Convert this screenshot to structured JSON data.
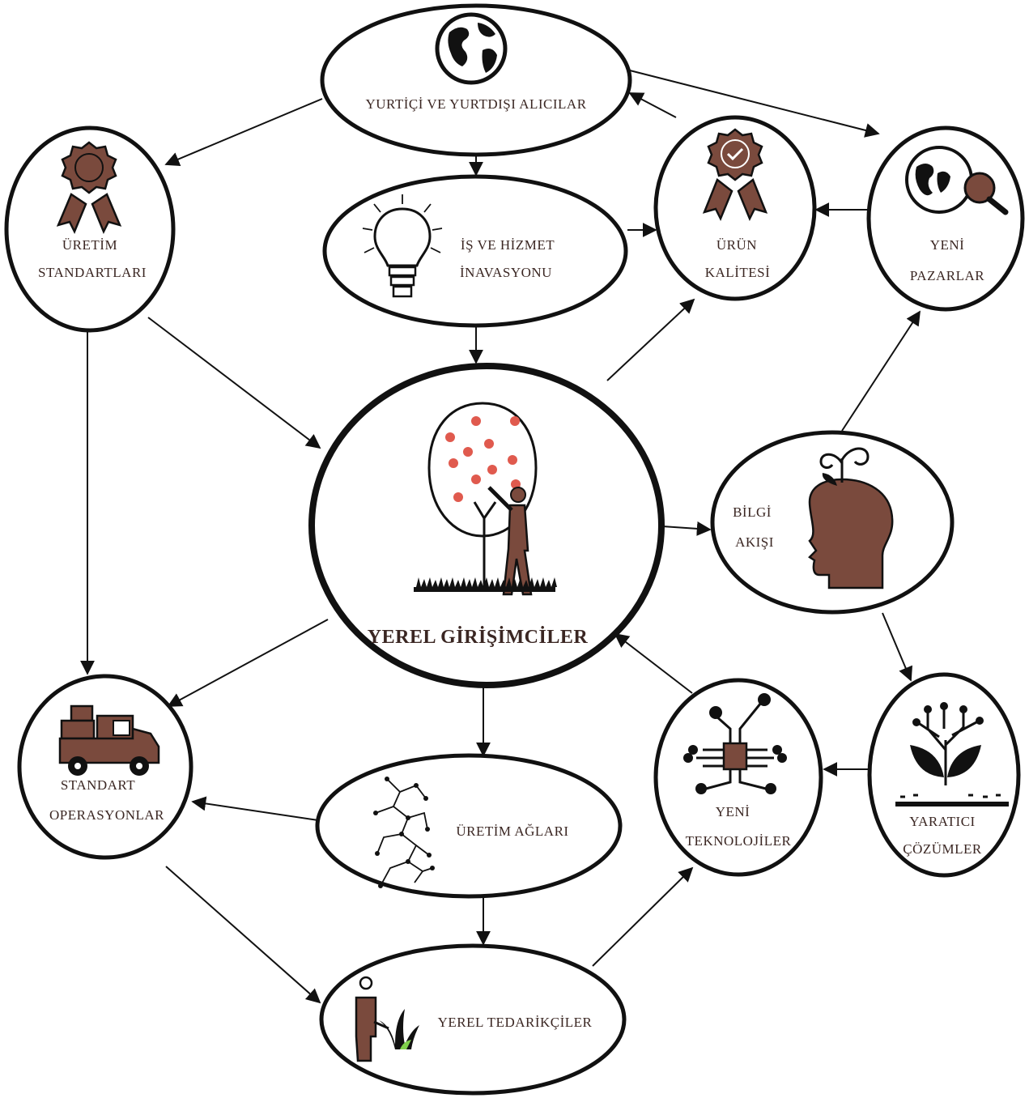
{
  "nodes": {
    "buyers": {
      "label": "YURTİÇİ VE YURTDIŞI ALICILAR"
    },
    "standards": {
      "line1": "ÜRETİM",
      "line2": "STANDARTLARI"
    },
    "innovation": {
      "line1": "İŞ VE HİZMET",
      "line2": "İNAVASYONU"
    },
    "quality": {
      "line1": "ÜRÜN",
      "line2": "KALİTESİ"
    },
    "markets": {
      "line1": "YENİ",
      "line2": "PAZARLAR"
    },
    "center": {
      "label": "YEREL GİRİŞİMCİLER"
    },
    "knowledge": {
      "line1": "BİLGİ",
      "line2": "AKIŞI"
    },
    "operations": {
      "line1": "STANDART",
      "line2": "OPERASYONLAR"
    },
    "networks": {
      "label": "ÜRETİM AĞLARI"
    },
    "technology": {
      "line1": "YENİ",
      "line2": "TEKNOLOJİLER"
    },
    "creative": {
      "line1": "YARATICI",
      "line2": "ÇÖZÜMLER"
    },
    "suppliers": {
      "label": "YEREL TEDARİKÇİLER"
    }
  },
  "icons": {
    "buyers": "globe-icon",
    "standards": "award-ribbon-icon",
    "innovation": "lightbulb-icon",
    "quality": "quality-badge-icon",
    "markets": "globe-search-icon",
    "center": "person-tree-icon",
    "knowledge": "head-sprout-icon",
    "operations": "truck-icon",
    "networks": "network-icon",
    "technology": "circuit-chip-icon",
    "creative": "plant-circuit-icon",
    "suppliers": "farmer-plant-icon"
  },
  "colors": {
    "accent_brown": "#7a4a3d",
    "fruit_red": "#e05a4e",
    "stroke": "#111111",
    "text": "#3a2622",
    "plant_green": "#7fd04b"
  }
}
